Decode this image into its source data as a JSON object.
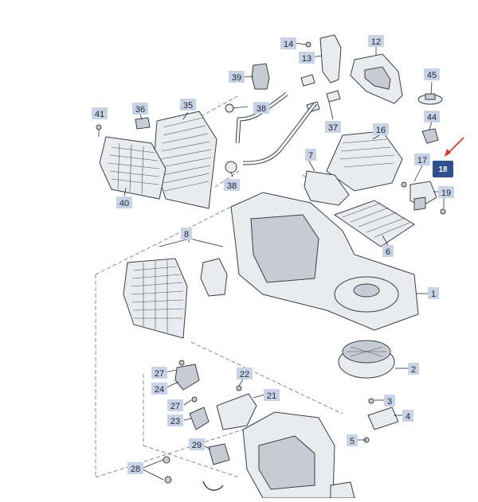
{
  "callouts": {
    "c1": "1",
    "c2": "2",
    "c3": "3",
    "c4": "4",
    "c5": "5",
    "c6": "6",
    "c7": "7",
    "c8": "8",
    "c12": "12",
    "c13": "13",
    "c14": "14",
    "c16": "16",
    "c17": "17",
    "c18": "18",
    "c19": "19",
    "c21": "21",
    "c22": "22",
    "c23": "23",
    "c24": "24",
    "c27a": "27",
    "c27b": "27",
    "c28": "28",
    "c29": "29",
    "c35": "35",
    "c36": "36",
    "c37": "37",
    "c38a": "38",
    "c38b": "38",
    "c39": "39",
    "c40": "40",
    "c41": "41",
    "c44": "44",
    "c45": "45"
  },
  "colors": {
    "highlight_label": "#2f4f8f",
    "label_box": "#c9d3e6",
    "pointer_arrow": "#e0302a"
  },
  "highlighted_part": "18"
}
